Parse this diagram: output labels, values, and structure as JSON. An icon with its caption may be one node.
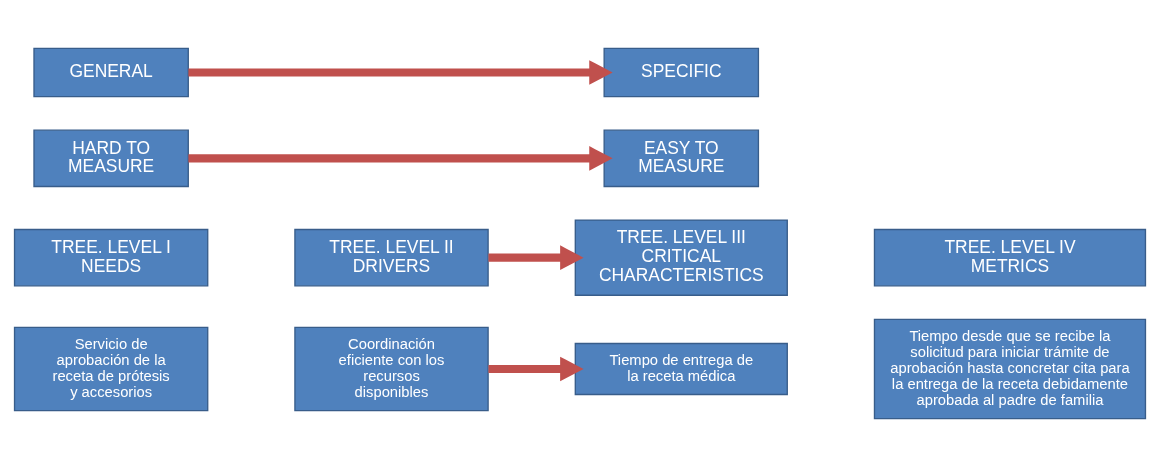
{
  "diagram": {
    "nodes": [
      {
        "text": [
          "GENERAL"
        ]
      },
      {
        "text": [
          "SPECIFIC"
        ]
      },
      {
        "text": [
          "HARD TO MEASURE"
        ]
      },
      {
        "text": [
          "EASY TO MEASURE"
        ]
      },
      {
        "text": [
          "TREE. LEVEL I NEEDS"
        ]
      },
      {
        "text": [
          "TREE. LEVEL II DRIVERS"
        ]
      },
      {
        "text": [
          "TREE. LEVEL III CRITICAL CHARACTERISTICS"
        ]
      },
      {
        "text": [
          "TREE. LEVEL IV METRICS"
        ]
      },
      {
        "text": [
          "Servicio de aprobación de la receta de prótesis y accesorios"
        ]
      },
      {
        "text": [
          "Coordinación eficiente con los recursos disponibles"
        ]
      },
      {
        "text": [
          "Tiempo de entrega de la receta médica"
        ]
      },
      {
        "text": [
          "Tiempo desde que se recibe la solicitud para iniciar trámite de aprobación hasta concretar cita para la entrega de la receta debidamente aprobada al padre de familia"
        ]
      }
    ],
    "edges": [
      {
        "from": 0,
        "to": 1,
        "arrow": "to"
      },
      {
        "from": 2,
        "to": 3,
        "arrow": "to"
      },
      {
        "from": 5,
        "to": 6,
        "arrow": "to"
      },
      {
        "from": 9,
        "to": 10,
        "arrow": "to"
      }
    ]
  }
}
